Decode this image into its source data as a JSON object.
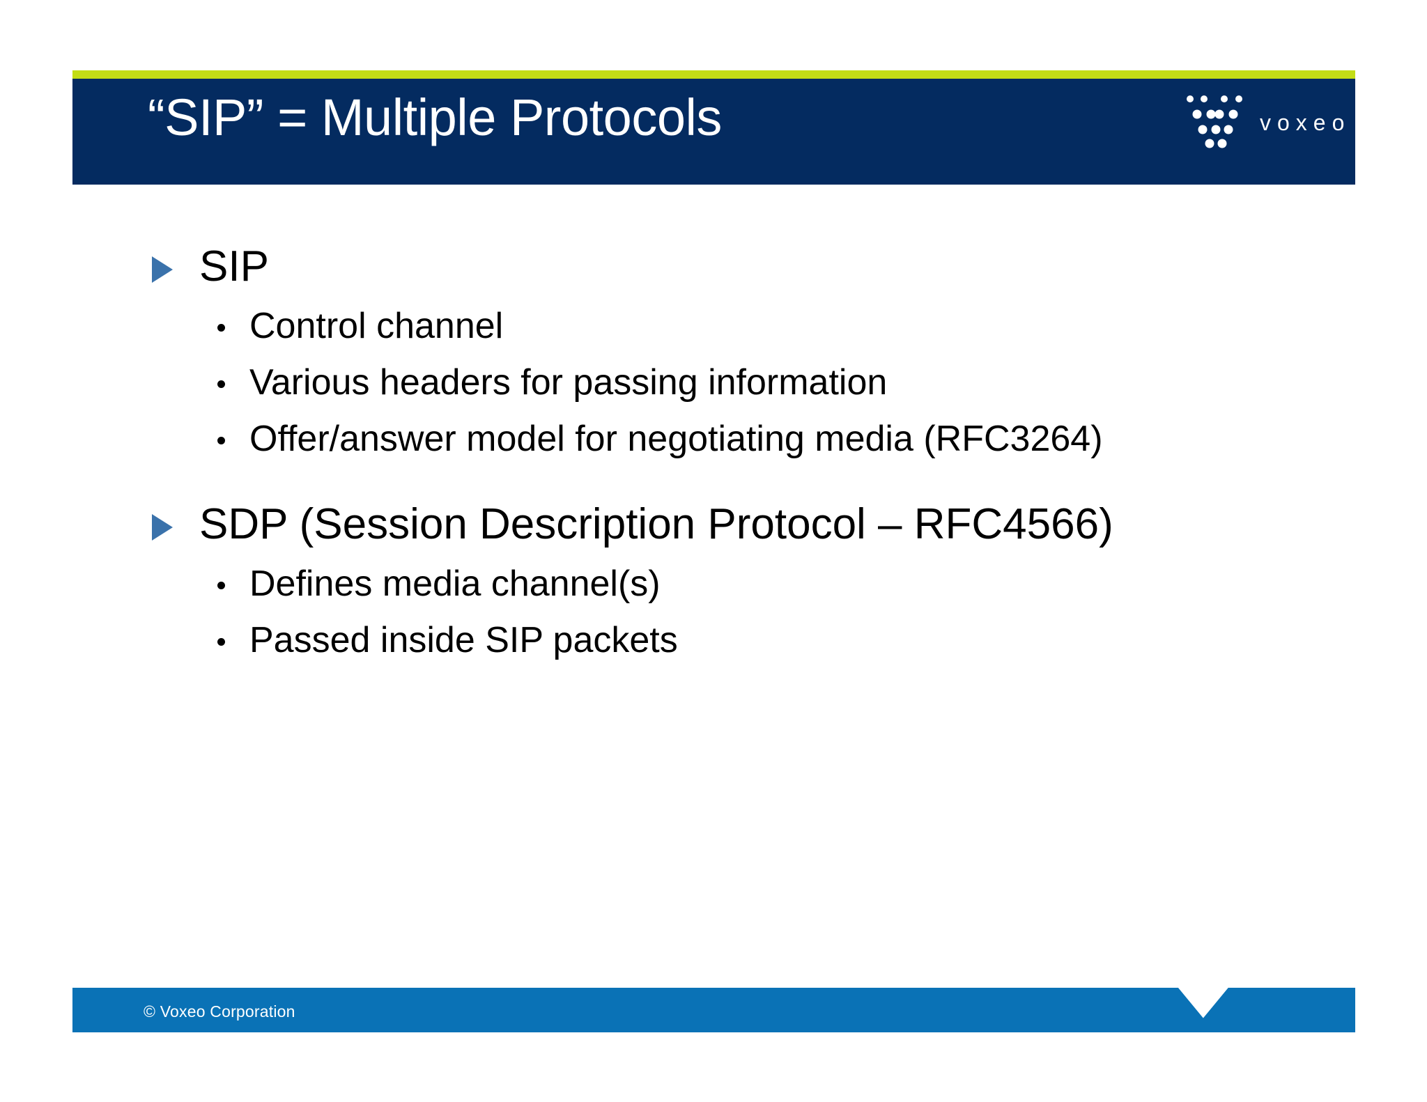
{
  "slide": {
    "title": "“SIP” = Multiple Protocols",
    "colors": {
      "header_navy": "#042b60",
      "accent_green": "#c3dd16",
      "footer_blue": "#0a72b6",
      "bullet_blue": "#3a72ab",
      "body_text": "#000000",
      "background": "#ffffff"
    }
  },
  "logo": {
    "wordmark": "voxeo",
    "mark_name": "voxeo-dot-v-logo"
  },
  "body": {
    "groups": [
      {
        "heading": "SIP",
        "items": [
          "Control channel",
          "Various headers for passing information",
          "Offer/answer model for negotiating media (RFC3264)"
        ]
      },
      {
        "heading": "SDP (Session Description Protocol – RFC4566)",
        "items": [
          "Defines media channel(s)",
          "Passed inside SIP packets"
        ]
      }
    ]
  },
  "footer": {
    "copyright": "© Voxeo Corporation"
  }
}
